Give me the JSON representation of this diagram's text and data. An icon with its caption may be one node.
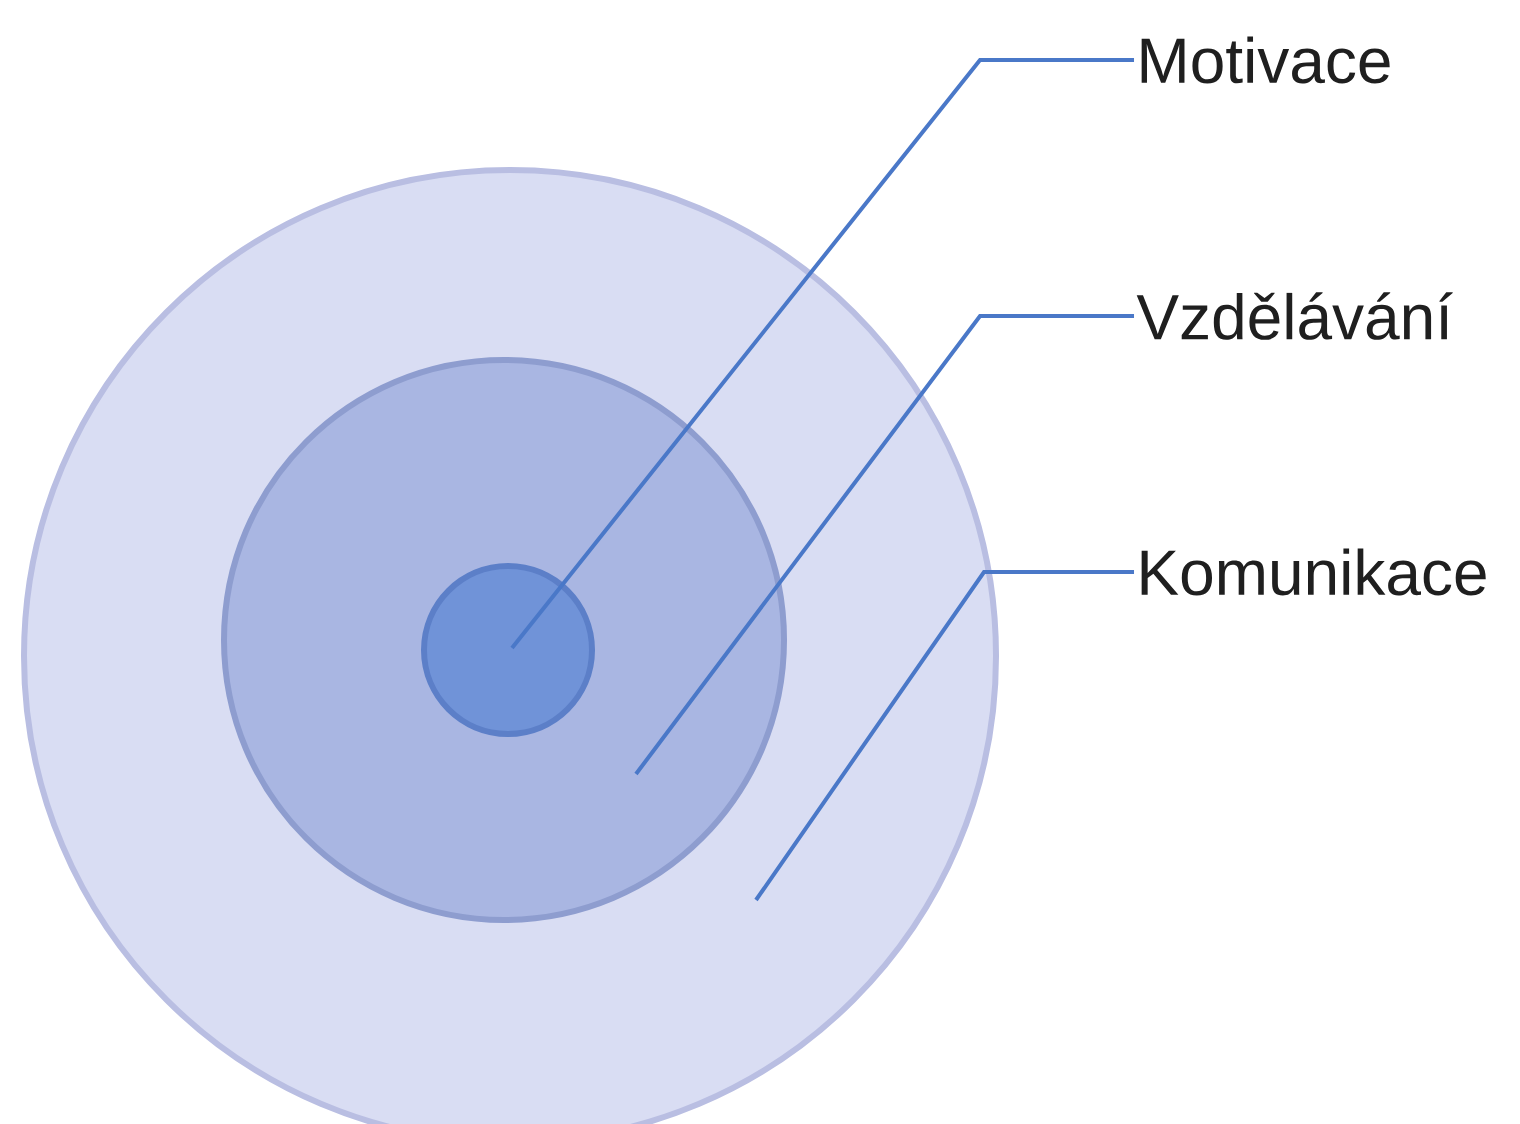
{
  "diagram": {
    "nodes": [
      {
        "text": [],
        "shape": "circle"
      },
      {
        "text": [],
        "shape": "circle",
        "in": 0
      },
      {
        "text": [],
        "shape": "circle",
        "in": 1
      },
      {
        "text": [
          "Motivace"
        ]
      },
      {
        "text": [
          "Vzdělávání"
        ]
      },
      {
        "text": [
          "Komunikace"
        ]
      }
    ],
    "edges": [
      {
        "from": 3,
        "to": 2,
        "arrow": "none"
      },
      {
        "from": 4,
        "to": 1,
        "arrow": "none"
      },
      {
        "from": 5,
        "to": 0,
        "arrow": "none"
      }
    ]
  }
}
